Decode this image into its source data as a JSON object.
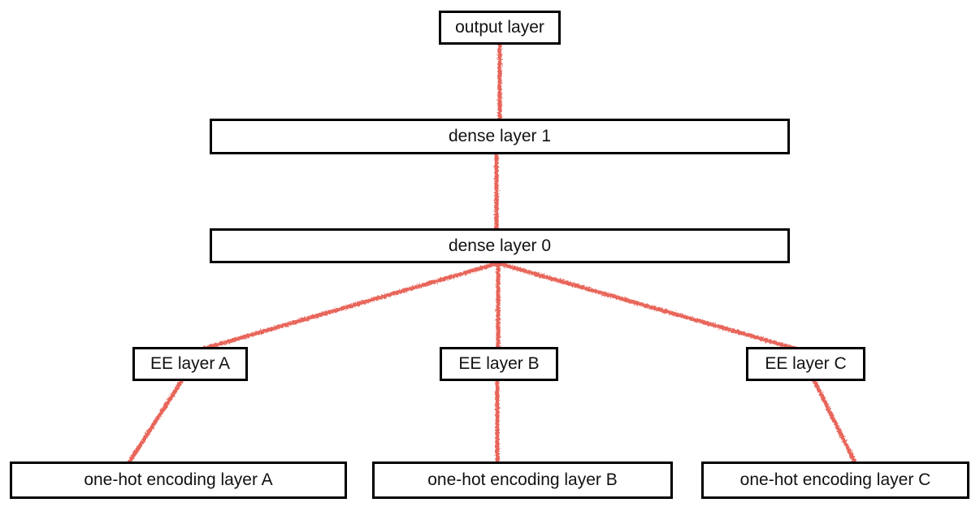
{
  "diagram": {
    "type": "neural-network-architecture",
    "nodes": {
      "output": {
        "label": "output layer"
      },
      "dense1": {
        "label": "dense layer 1"
      },
      "dense0": {
        "label": "dense layer 0"
      },
      "ee_a": {
        "label": "EE layer A"
      },
      "ee_b": {
        "label": "EE layer B"
      },
      "ee_c": {
        "label": "EE layer C"
      },
      "onehot_a": {
        "label": "one-hot encoding layer A"
      },
      "onehot_b": {
        "label": "one-hot encoding layer B"
      },
      "onehot_c": {
        "label": "one-hot encoding layer C"
      }
    },
    "edges": [
      {
        "from": "output",
        "to": "dense1"
      },
      {
        "from": "dense1",
        "to": "dense0"
      },
      {
        "from": "dense0",
        "to": "ee_a"
      },
      {
        "from": "dense0",
        "to": "ee_b"
      },
      {
        "from": "dense0",
        "to": "ee_c"
      },
      {
        "from": "ee_a",
        "to": "onehot_a"
      },
      {
        "from": "ee_b",
        "to": "onehot_b"
      },
      {
        "from": "ee_c",
        "to": "onehot_c"
      }
    ],
    "colors": {
      "edge": "#e8655a",
      "box_border": "#000000",
      "box_fill": "#ffffff",
      "text": "#111111",
      "background": "#ffffff"
    }
  }
}
